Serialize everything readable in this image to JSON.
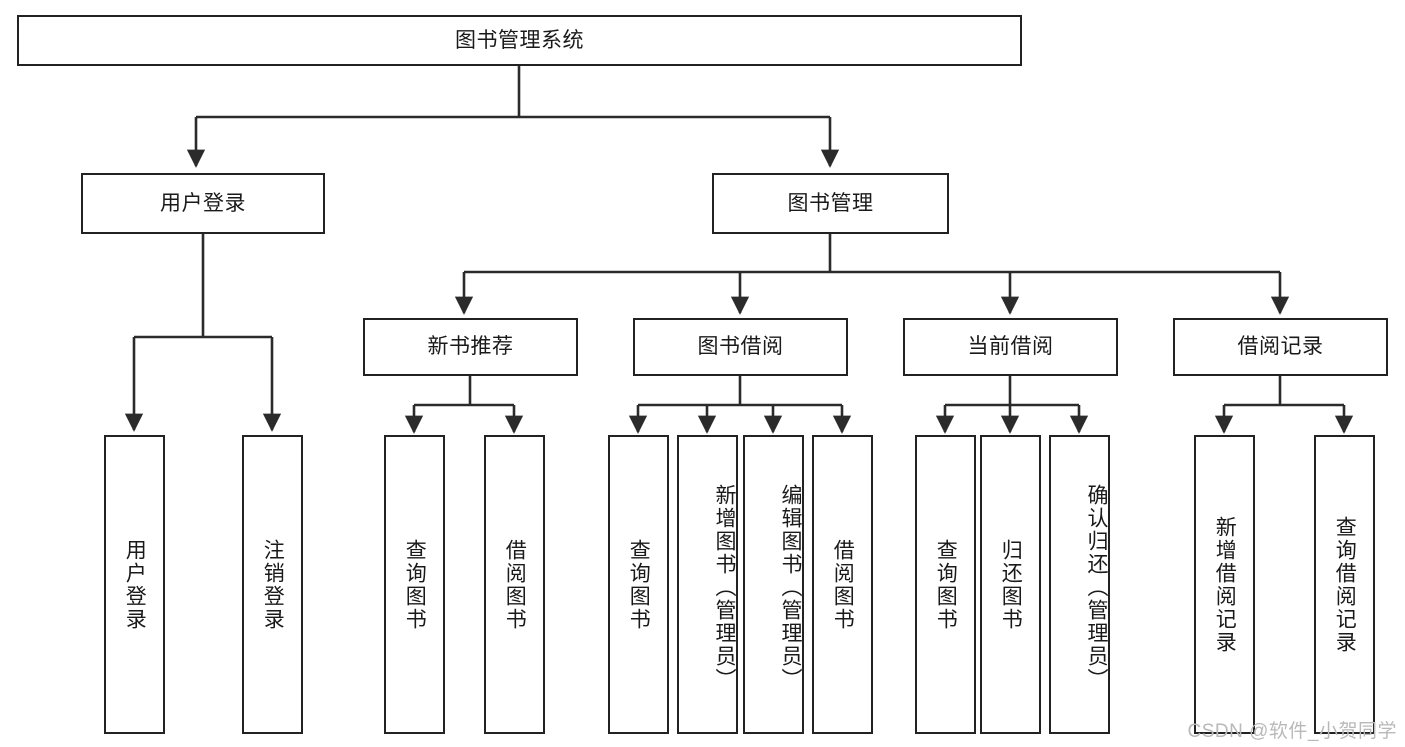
{
  "diagram": {
    "title": "图书管理系统",
    "type": "tree-hierarchy-chart",
    "colors": {
      "box_border": "#222222",
      "box_fill": "#ffffff",
      "connector": "#2b2b2b",
      "text": "#1a1a1a",
      "watermark": "#b9b9b9"
    },
    "root": {
      "label": "图书管理系统"
    },
    "level1": [
      {
        "label": "用户登录"
      },
      {
        "label": "图书管理"
      }
    ],
    "level2": [
      {
        "label": "新书推荐"
      },
      {
        "label": "图书借阅"
      },
      {
        "label": "当前借阅"
      },
      {
        "label": "借阅记录"
      }
    ],
    "leaves": {
      "user_login": [
        {
          "label": "用户登录"
        },
        {
          "label": "注销登录"
        }
      ],
      "new_book_recommend": [
        {
          "label": "查询图书"
        },
        {
          "label": "借阅图书"
        }
      ],
      "book_borrow": [
        {
          "label": "查询图书"
        },
        {
          "label": "新增图书（管理员）"
        },
        {
          "label": "编辑图书（管理员）"
        },
        {
          "label": "借阅图书"
        }
      ],
      "current_borrow": [
        {
          "label": "查询图书"
        },
        {
          "label": "归还图书"
        },
        {
          "label": "确认归还（管理员）"
        }
      ],
      "borrow_record": [
        {
          "label": "新增借阅记录"
        },
        {
          "label": "查询借阅记录"
        }
      ]
    }
  },
  "watermark": {
    "text": "CSDN @软件_小贺同学"
  }
}
